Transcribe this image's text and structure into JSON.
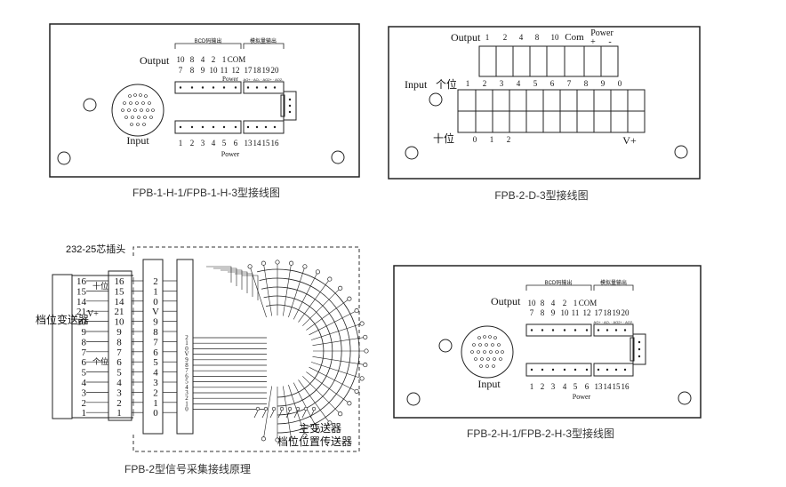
{
  "panel1": {
    "header_bcd": "BCD码输出",
    "header_analog": "模拟量输出",
    "output_label": "Output",
    "top_row1": [
      "10",
      "8",
      "4",
      "2",
      "1",
      "COM"
    ],
    "top_row2": [
      "7",
      "8",
      "9",
      "10",
      "11",
      "12",
      "17",
      "18",
      "19",
      "20"
    ],
    "analog_sub": "AO+ · AO- · AO2+ · AO2-",
    "input_label": "Input",
    "bottom_nums": [
      "1",
      "2",
      "3",
      "4",
      "5",
      "6",
      "13",
      "14",
      "15",
      "16"
    ],
    "power_top": "Power",
    "power_bottom": "Power",
    "caption": "FPB-1-H-1/FPB-1-H-3型接线图"
  },
  "panel2": {
    "output_label": "Output",
    "output_nums": [
      "1",
      "2",
      "4",
      "8",
      "10",
      "Com"
    ],
    "power_label": "Power",
    "power_plus": "+",
    "power_minus": "-",
    "input_label": "Input",
    "ge_label": "个位",
    "ge_nums": [
      "1",
      "2",
      "3",
      "4",
      "5",
      "6",
      "7",
      "8",
      "9",
      "0"
    ],
    "shi_label": "十位",
    "shi_nums": [
      "0",
      "1",
      "2"
    ],
    "vplus": "V+",
    "caption": "FPB-2-D-3型接线图"
  },
  "panel3": {
    "connector_label": "232-25芯插头",
    "transmitter_label": "档位变送器",
    "shi_label": "十位",
    "vplus_label": "V+",
    "ge_label": "个位",
    "pins_left": [
      "16",
      "15",
      "14",
      "21",
      "10",
      "9",
      "8",
      "7",
      "6",
      "5",
      "4",
      "3",
      "2",
      "1"
    ],
    "pins_mid_num": [
      "16",
      "15",
      "14",
      "21",
      "10",
      "9",
      "8",
      "7",
      "6",
      "5",
      "4",
      "3",
      "2",
      "1"
    ],
    "pins_mid_sig": [
      "2",
      "1",
      "0",
      "V",
      "9",
      "8",
      "7",
      "6",
      "5",
      "4",
      "3",
      "2",
      "1",
      "0"
    ],
    "pins_right_sig": [
      "2",
      "1",
      "0",
      "V",
      "9",
      "8",
      "7",
      "6",
      "5",
      "4",
      "3",
      "2",
      "1",
      "0"
    ],
    "main_transmitter": "主变送器",
    "position_sensor": "档位位置传送器",
    "caption": "FPB-2型信号采集接线原理"
  },
  "panel4": {
    "header_bcd": "BCD码输出",
    "header_analog": "模拟量输出",
    "output_label": "Output",
    "top_row1": [
      "10",
      "8",
      "4",
      "2",
      "1",
      "COM"
    ],
    "top_row2": [
      "7",
      "8",
      "9",
      "10",
      "11",
      "12",
      "17",
      "18",
      "19",
      "20"
    ],
    "analog_sub": "AO+ · AO- · AO2+ · AO2-",
    "input_label": "Input",
    "bottom_nums": [
      "1",
      "2",
      "3",
      "4",
      "5",
      "6",
      "13",
      "14",
      "15",
      "16"
    ],
    "power_label": "Power",
    "caption": "FPB-2-H-1/FPB-2-H-3型接线图"
  }
}
